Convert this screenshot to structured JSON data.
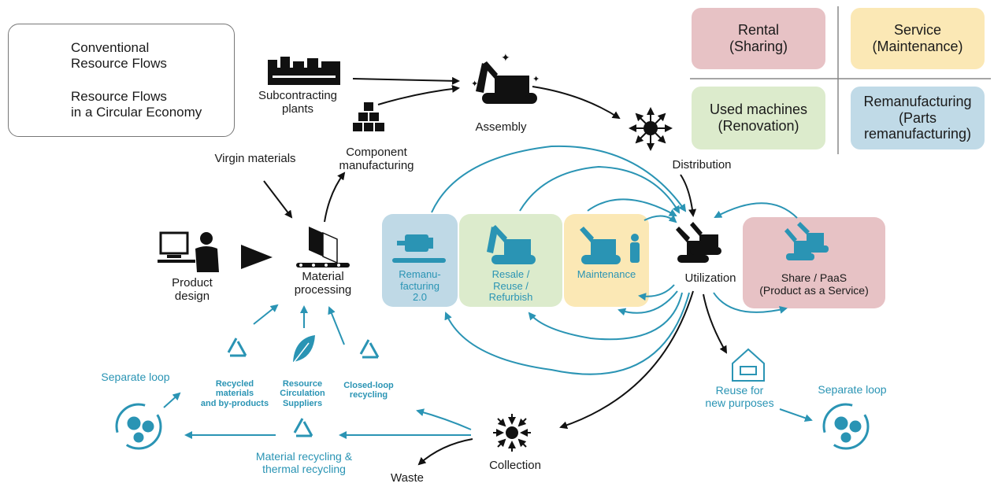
{
  "legend": {
    "conventional": "Conventional\nResource Flows",
    "circular": "Resource Flows\nin a Circular Economy",
    "conventional_color": "#111111",
    "circular_color": "#2a94b4"
  },
  "categories": {
    "rental": "Rental\n(Sharing)",
    "service": "Service\n(Maintenance)",
    "used": "Used machines\n(Renovation)",
    "reman": "Remanufacturing\n(Parts\nremanufacturing)",
    "colors": {
      "rental": "#e7c2c5",
      "service": "#fbe8b5",
      "used": "#dcebcc",
      "reman": "#c0dae7"
    }
  },
  "nodes": {
    "subcontracting": "Subcontracting\nplants",
    "assembly": "Assembly",
    "component": "Component\nmanufacturing",
    "virgin": "Virgin materials",
    "distribution": "Distribution",
    "product_design": "Product\ndesign",
    "material_processing": "Material\nprocessing",
    "utilization": "Utilization",
    "collection": "Collection",
    "waste": "Waste",
    "reuse_new": "Reuse for\nnew purposes",
    "separate_loop_left": "Separate loop",
    "separate_loop_right": "Separate loop",
    "recycled_materials": "Recycled\nmaterials\nand by-products",
    "resource_circulation": "Resource\nCirculation\nSuppliers",
    "closed_loop": "Closed-loop\nrecycling",
    "material_recycling": "Material recycling &\nthermal recycling"
  },
  "panels": {
    "reman": "Remanu-\nfacturing\n2.0",
    "resale": "Resale /\nReuse /\nRefurbish",
    "maintenance": "Maintenance",
    "share": "Share / PaaS\n(Product as a Service)"
  },
  "icons": [
    "factory-icon",
    "excavator-icon",
    "boxes-icon",
    "distribution-star-icon",
    "designer-icon",
    "material-processing-icon",
    "recycle-icon",
    "leaf-icon",
    "gears-loop-icon",
    "collection-burst-icon",
    "house-battery-icon",
    "motor-icon",
    "excavator-fleet-icon"
  ]
}
